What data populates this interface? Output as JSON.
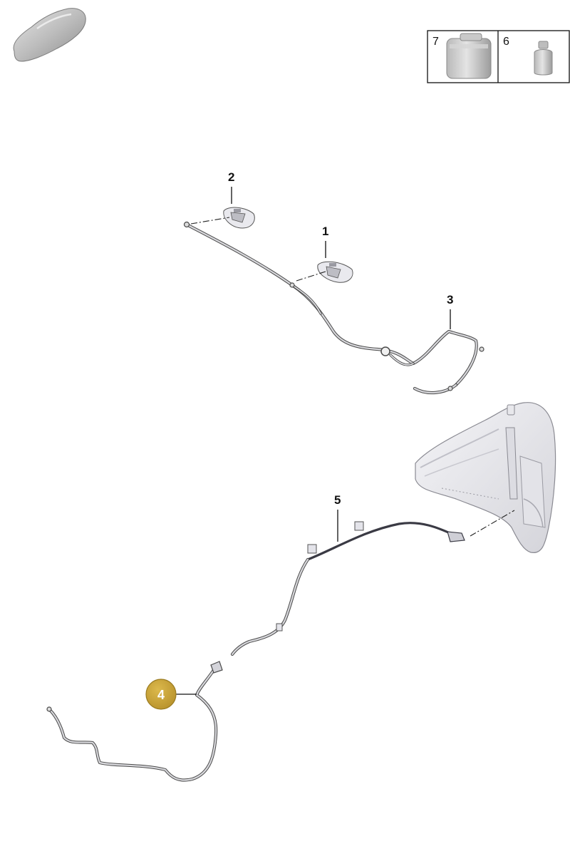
{
  "inset": {
    "items": [
      {
        "number": "7",
        "icon": "canister-icon"
      },
      {
        "number": "6",
        "icon": "bottle-icon"
      }
    ]
  },
  "callouts": [
    {
      "number": "1",
      "part": "washer-nozzle"
    },
    {
      "number": "2",
      "part": "washer-nozzle"
    },
    {
      "number": "3",
      "part": "hose"
    },
    {
      "number": "4",
      "part": "hose",
      "highlighted": true
    },
    {
      "number": "5",
      "part": "hose"
    }
  ],
  "colors": {
    "highlight": "#c9a43a",
    "highlight_border": "#9a7b20",
    "line": "#111111",
    "hose": "#4a4a4a",
    "part": "#e9e9ee"
  }
}
